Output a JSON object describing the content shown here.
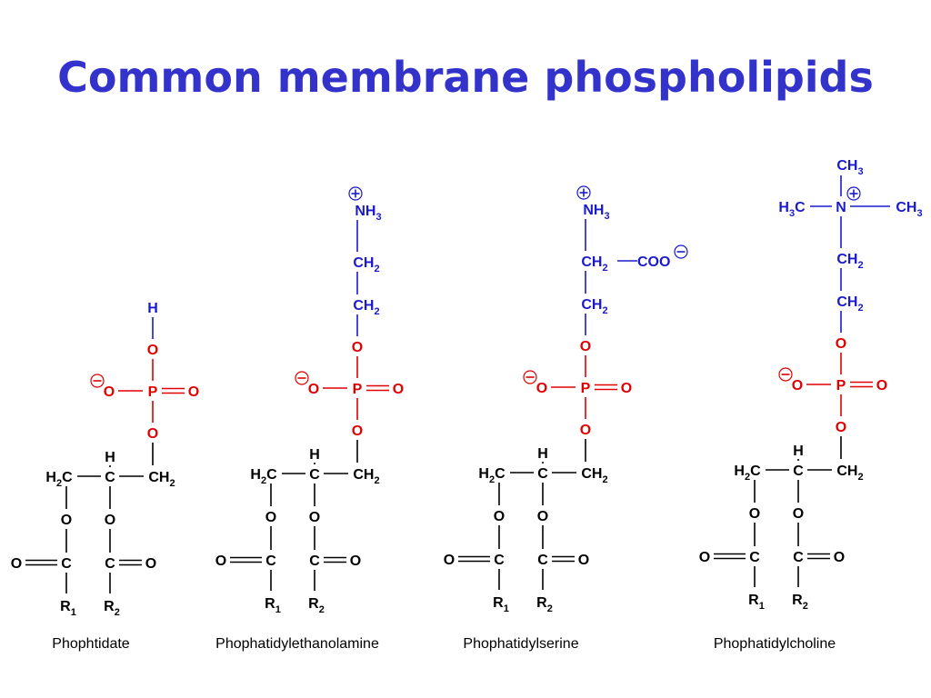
{
  "title": "Common membrane phospholipids",
  "colors": {
    "title": "#3333cc",
    "head": "#1a1acc",
    "phosphate": "#e00000",
    "backbone": "#000000"
  },
  "labels": {
    "P": "P",
    "O": "O",
    "C": "C",
    "H": "H",
    "N": "N",
    "H2C": [
      "H",
      "2",
      "C"
    ],
    "CH2": [
      "CH",
      "2"
    ],
    "NH3": [
      "NH",
      "3"
    ],
    "CH3": [
      "CH",
      "3"
    ],
    "H3C": [
      "H",
      "3",
      "C"
    ],
    "COO": "COO",
    "R1": [
      "R",
      "1"
    ],
    "R2": [
      "R",
      "2"
    ],
    "minus": "−",
    "plus": "+"
  },
  "molecules": [
    {
      "id": "phosphatidate",
      "name": "Phophtidate",
      "head": "H"
    },
    {
      "id": "ethanolamine",
      "name": "Phophatidylethanolamine",
      "head": "ethanolamine"
    },
    {
      "id": "serine",
      "name": "Phophatidylserine",
      "head": "serine"
    },
    {
      "id": "choline",
      "name": "Phophatidylcholine",
      "head": "choline"
    }
  ]
}
